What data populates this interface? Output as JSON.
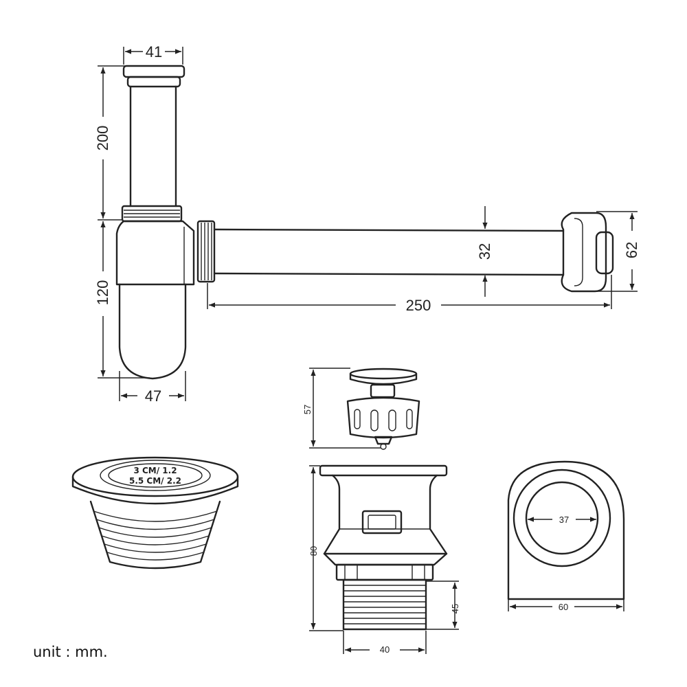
{
  "colors": {
    "line": "#222222",
    "background": "#ffffff"
  },
  "bottle_trap": {
    "top_width": "41",
    "tube_height": "200",
    "bottle_height": "120",
    "bottle_width": "47",
    "outlet_diameter": "32",
    "outlet_length": "250",
    "flange_diameter": "62"
  },
  "pop_up_plug": {
    "height": "57"
  },
  "cap_label": {
    "line1": "3 CM/ 1.2",
    "line2": "5.5 CM/ 2.2"
  },
  "waste_body": {
    "height": "80",
    "thread_height": "45",
    "thread_width": "40"
  },
  "top_view": {
    "inner_diameter": "37",
    "outer_diameter": "60"
  },
  "unit_label": "unit : mm."
}
